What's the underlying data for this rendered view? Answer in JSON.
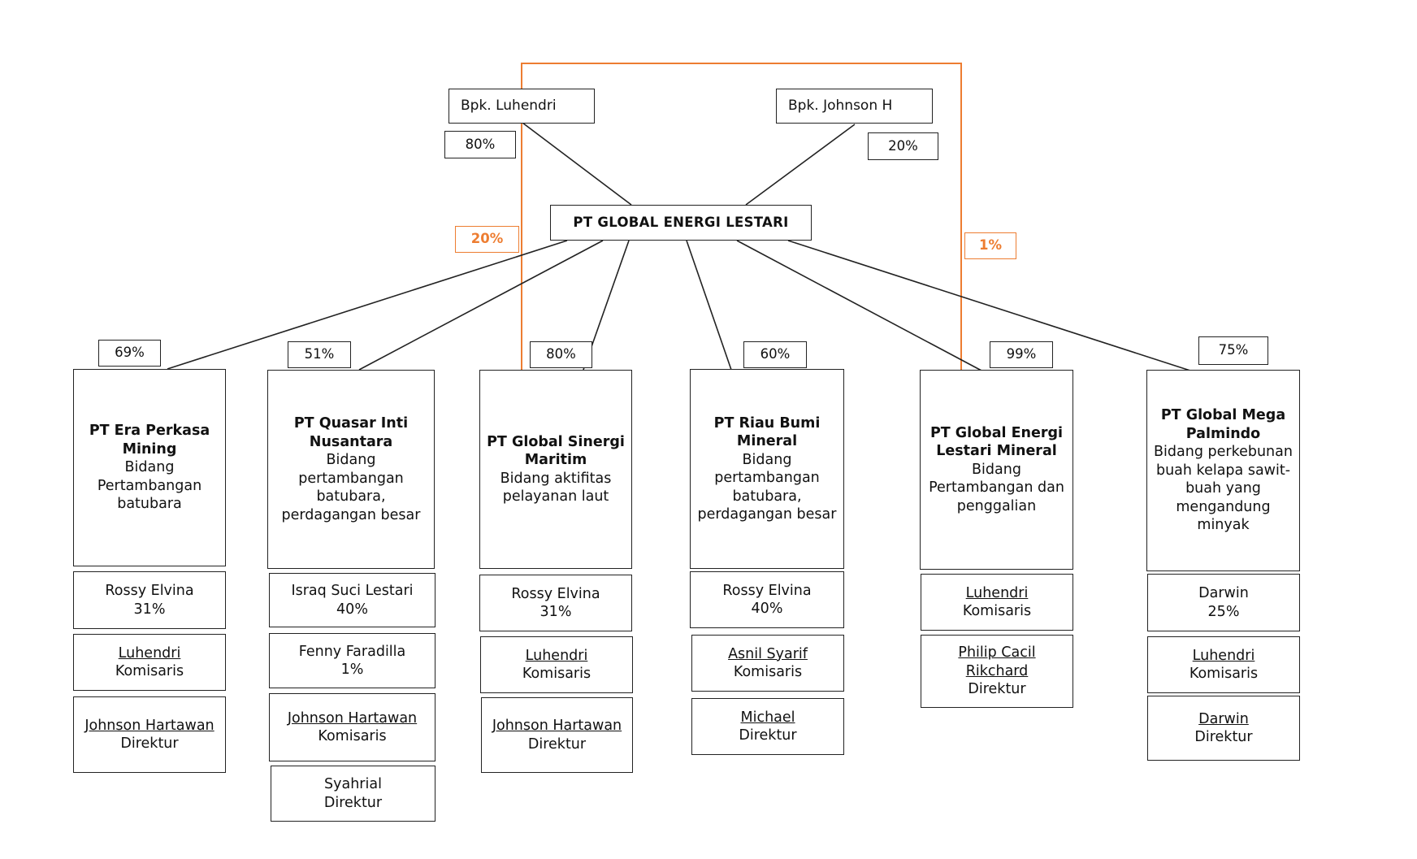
{
  "owners": [
    {
      "name": "Bpk. Luhendri",
      "share": "80%"
    },
    {
      "name": "Bpk. Johnson H",
      "share": "20%"
    }
  ],
  "root": {
    "name": "PT GLOBAL ENERGI LESTARI"
  },
  "cross_holdings": [
    {
      "label": "20%"
    },
    {
      "label": "1%"
    }
  ],
  "subsidiaries": [
    {
      "share": "69%",
      "name": "PT Era Perkasa Mining",
      "field": "Bidang Pertambangan batubara",
      "people": [
        {
          "name": "Rossy Elvina",
          "role": "31%"
        },
        {
          "name": "Luhendri",
          "role": "Komisaris"
        },
        {
          "name": "Johnson Hartawan",
          "role": "Direktur"
        }
      ]
    },
    {
      "share": "51%",
      "name": "PT Quasar Inti Nusantara",
      "field": "Bidang pertambangan batubara, perdagangan besar",
      "people": [
        {
          "name": "Israq Suci Lestari",
          "role": "40%"
        },
        {
          "name": "Fenny Faradilla",
          "role": "1%"
        },
        {
          "name": "Johnson Hartawan",
          "role": "Komisaris"
        },
        {
          "name": "Syahrial",
          "role": "Direktur"
        }
      ]
    },
    {
      "share": "80%",
      "name": "PT Global Sinergi Maritim",
      "field": "Bidang aktifitas pelayanan laut",
      "people": [
        {
          "name": "Rossy Elvina",
          "role": "31%"
        },
        {
          "name": "Luhendri",
          "role": "Komisaris"
        },
        {
          "name": "Johnson Hartawan",
          "role": "Direktur"
        }
      ]
    },
    {
      "share": "60%",
      "name": "PT Riau Bumi Mineral",
      "field": "Bidang pertambangan batubara, perdagangan besar",
      "people": [
        {
          "name": "Rossy Elvina",
          "role": "40%"
        },
        {
          "name": "Asnil Syarif",
          "role": "Komisaris"
        },
        {
          "name": "Michael",
          "role": "Direktur"
        }
      ]
    },
    {
      "share": "99%",
      "name": "PT Global Energi Lestari Mineral",
      "field": "Bidang Pertambangan dan penggalian",
      "people": [
        {
          "name": "Luhendri",
          "role": "Komisaris"
        },
        {
          "name": "Philip Cacil Rikchard",
          "role": "Direktur"
        }
      ]
    },
    {
      "share": "75%",
      "name": "PT Global Mega Palmindo",
      "field": "Bidang perkebunan buah kelapa sawit-buah yang mengandung minyak",
      "people": [
        {
          "name": "Darwin",
          "role": "25%"
        },
        {
          "name": "Luhendri",
          "role": "Komisaris"
        },
        {
          "name": "Darwin",
          "role": "Direktur"
        }
      ]
    }
  ],
  "colors": {
    "line": "#222222",
    "highlight": "#ed7d31"
  }
}
